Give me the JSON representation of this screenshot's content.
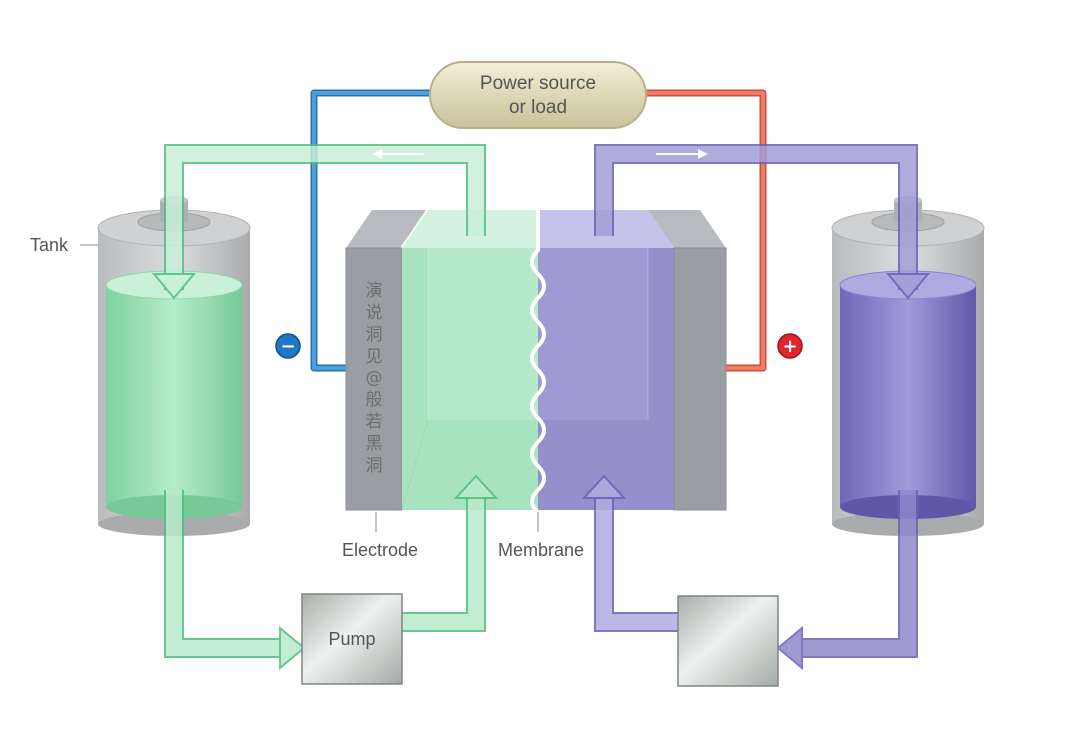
{
  "power": {
    "line1": "Power source",
    "line2": "or load"
  },
  "labels": {
    "tank": "Tank",
    "electrode": "Electrode",
    "membrane": "Membrane",
    "pump": "Pump"
  },
  "terminals": {
    "negative": "−",
    "positive": "+"
  },
  "watermark": [
    "演",
    "说",
    "洞",
    "见",
    "@",
    "般",
    "若",
    "黑",
    "洞"
  ],
  "colors": {
    "green_electrolyte": "#9bdcb3",
    "purple_electrolyte": "#8e87c7",
    "negative_wire": "#4aa0dc",
    "positive_wire": "#f07a66",
    "electrode_grey": "#9a9ea3"
  },
  "icons": {
    "negative_terminal": "minus-circle-icon",
    "positive_terminal": "plus-circle-icon"
  }
}
